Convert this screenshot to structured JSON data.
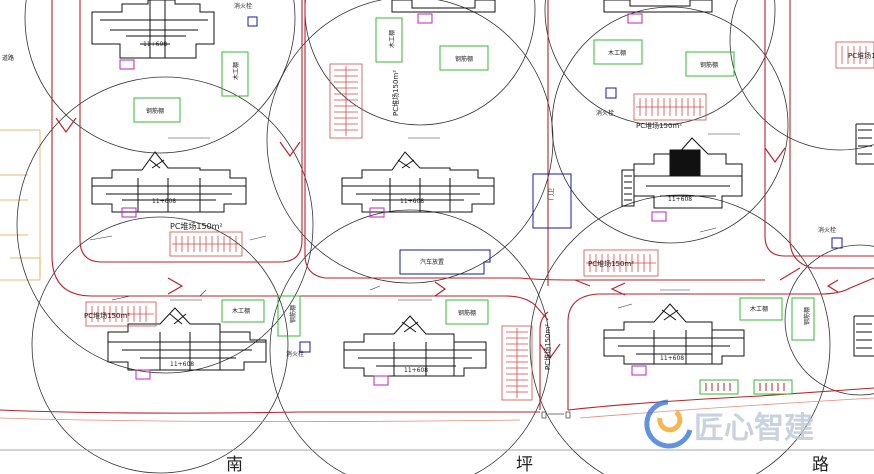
{
  "labels": {
    "rebar_shed": "钢筋棚",
    "wood_shed": "木工棚",
    "pc_yard_150": "PC堆场150m²",
    "water_point": "消火栓",
    "parking": "汽车放置",
    "guard": "门卫",
    "building_no": "11+608",
    "road_south": "南",
    "road_ping": "坪",
    "road_lu": "路",
    "edge_left": "道路"
  },
  "watermark": {
    "text": "匠心智建"
  },
  "colors": {
    "road_red": "#c0202a",
    "circle": "#333333",
    "green": "#2fbf2f",
    "blue": "#1a1aa0",
    "magenta": "#c020c0",
    "pc_stack": "#d84a4a",
    "building": "#111111",
    "pink_line": "#e88a7a",
    "orange_line": "#e8a040",
    "watermark_blue": "#3a78d8",
    "watermark_orange": "#f5a623"
  }
}
